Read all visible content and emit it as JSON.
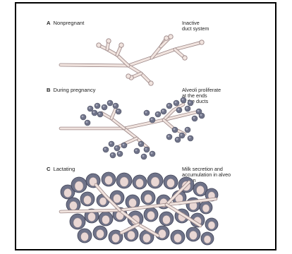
{
  "panels": [
    {
      "letter": "A",
      "title": "Nonpregnant",
      "caption": "Inactive\nduct system"
    },
    {
      "letter": "B",
      "title": "During pregnancy",
      "caption": "Alveoli proliferate\nat the ends\nof the ducts"
    },
    {
      "letter": "C",
      "title": "Lactating",
      "caption": "Milk secretion and\naccumulation in alveo\nlumen"
    }
  ],
  "colors": {
    "duct_fill": "#f1e4df",
    "duct_stroke": "#9a8585",
    "alveolus": "#6f7389",
    "alveolus_light": "#a7a9ba",
    "lumen": "#e9d7d4"
  }
}
